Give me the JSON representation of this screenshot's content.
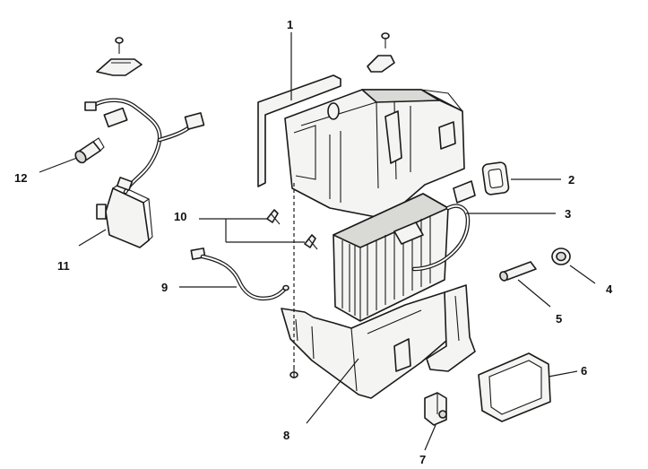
{
  "callouts": [
    {
      "id": "1",
      "text": "1"
    },
    {
      "id": "2",
      "text": "2"
    },
    {
      "id": "3",
      "text": "3"
    },
    {
      "id": "4",
      "text": "4"
    },
    {
      "id": "5",
      "text": "5"
    },
    {
      "id": "6",
      "text": "6"
    },
    {
      "id": "7",
      "text": "7"
    },
    {
      "id": "8",
      "text": "8"
    },
    {
      "id": "9",
      "text": "9"
    },
    {
      "id": "10",
      "text": "10"
    },
    {
      "id": "11",
      "text": "11"
    },
    {
      "id": "12",
      "text": "12"
    }
  ],
  "colors": {
    "line": "#1a1a1a",
    "background": "#ffffff"
  }
}
